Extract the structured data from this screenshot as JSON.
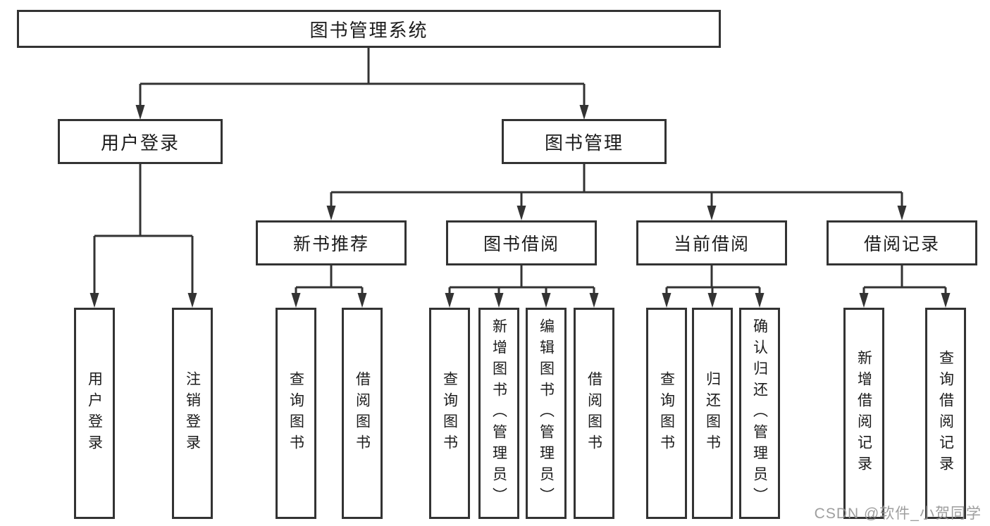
{
  "diagram": {
    "tree": {
      "root": "图书管理系统",
      "children": [
        {
          "label": "用户登录",
          "leaves": [
            "用户登录",
            "注销登录"
          ]
        },
        {
          "label": "图书管理",
          "children": [
            {
              "label": "新书推荐",
              "leaves": [
                "查询图书",
                "借阅图书"
              ]
            },
            {
              "label": "图书借阅",
              "leaves": [
                "查询图书",
                "新增图书（管理员）",
                "编辑图书（管理员）",
                "借阅图书"
              ]
            },
            {
              "label": "当前借阅",
              "leaves": [
                "查询图书",
                "归还图书",
                "确认归还（管理员）"
              ]
            },
            {
              "label": "借阅记录",
              "leaves": [
                "新增借阅记录",
                "查询借阅记录"
              ]
            }
          ]
        }
      ]
    },
    "colors": {
      "line": "#333333",
      "box_border": "#333333",
      "box_background": "#ffffff",
      "text": "#1c1c1c",
      "watermark": "#969696"
    }
  },
  "watermark": {
    "text": "CSDN @软件_小贺同学"
  }
}
